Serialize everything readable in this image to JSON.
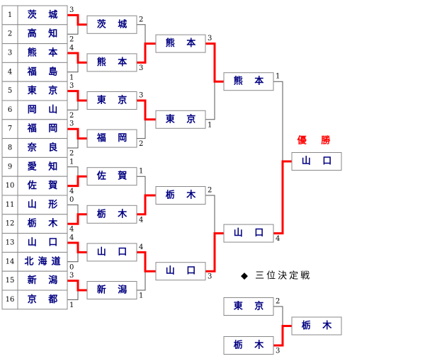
{
  "teams": [
    {
      "seed": "1",
      "name": "茨 城"
    },
    {
      "seed": "2",
      "name": "高 知"
    },
    {
      "seed": "3",
      "name": "熊 本"
    },
    {
      "seed": "4",
      "name": "福 島"
    },
    {
      "seed": "5",
      "name": "東 京"
    },
    {
      "seed": "6",
      "name": "岡 山"
    },
    {
      "seed": "7",
      "name": "福 岡"
    },
    {
      "seed": "8",
      "name": "奈 良"
    },
    {
      "seed": "9",
      "name": "愛 知"
    },
    {
      "seed": "10",
      "name": "佐 賀"
    },
    {
      "seed": "11",
      "name": "山 形"
    },
    {
      "seed": "12",
      "name": "栃 木"
    },
    {
      "seed": "13",
      "name": "山 口"
    },
    {
      "seed": "14",
      "name": "北海道"
    },
    {
      "seed": "15",
      "name": "新 潟"
    },
    {
      "seed": "16",
      "name": "京 都"
    }
  ],
  "round1": [
    {
      "winner": "茨 城",
      "top_score": "3",
      "bottom_score": "2",
      "winner_side": "top"
    },
    {
      "winner": "熊 本",
      "top_score": "4",
      "bottom_score": "1",
      "winner_side": "top"
    },
    {
      "winner": "東 京",
      "top_score": "3",
      "bottom_score": "2",
      "winner_side": "top"
    },
    {
      "winner": "福 岡",
      "top_score": "3",
      "bottom_score": "2",
      "winner_side": "top"
    },
    {
      "winner": "佐 賀",
      "top_score": "1",
      "bottom_score": "4",
      "winner_side": "bottom"
    },
    {
      "winner": "栃 木",
      "top_score": "0",
      "bottom_score": "4",
      "winner_side": "bottom"
    },
    {
      "winner": "山 口",
      "top_score": "4",
      "bottom_score": "0",
      "winner_side": "top"
    },
    {
      "winner": "新 潟",
      "top_score": "3",
      "bottom_score": "1",
      "winner_side": "top"
    }
  ],
  "round2": [
    {
      "winner": "熊 本",
      "top_score": "2",
      "bottom_score": "3",
      "winner_side": "bottom"
    },
    {
      "winner": "東 京",
      "top_score": "3",
      "bottom_score": "2",
      "winner_side": "top"
    },
    {
      "winner": "栃 木",
      "top_score": "1",
      "bottom_score": "4",
      "winner_side": "bottom"
    },
    {
      "winner": "山 口",
      "top_score": "4",
      "bottom_score": "1",
      "winner_side": "top"
    }
  ],
  "round3": [
    {
      "winner": "熊 本",
      "top_score": "3",
      "bottom_score": "1",
      "winner_side": "top"
    },
    {
      "winner": "山 口",
      "top_score": "2",
      "bottom_score": "3",
      "winner_side": "bottom"
    }
  ],
  "final": {
    "top_score": "1",
    "bottom_score": "4",
    "winner_side": "bottom"
  },
  "champion": {
    "title": "優 勝",
    "name": "山 口"
  },
  "third_place": {
    "title": "◆ 三位決定戦",
    "team_top": "東 京",
    "team_bottom": "栃 木",
    "top_score": "2",
    "bottom_score": "3",
    "winner_side": "bottom",
    "winner": "栃 木"
  },
  "colors": {
    "win_line": "#ff0000",
    "line": "#000000",
    "team_text": "#000080",
    "title": "#ff0000"
  }
}
